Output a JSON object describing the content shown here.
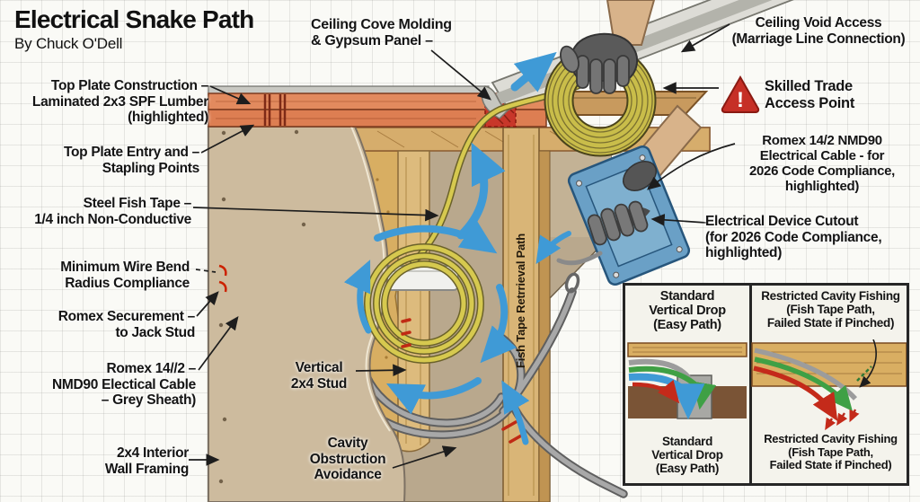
{
  "title": {
    "heading": "Electrical Snake Path",
    "byline": "By Chuck O'Dell"
  },
  "callouts": {
    "ceiling_cove": "Ceiling Cove Molding\n& Gypsum Panel –",
    "top_plate": "Top Plate Construction –\nLaminated 2x3 SPF Lumber\n(highlighted)",
    "top_plate_entry": "Top Plate Entry and –\nStapling Points",
    "steel_fish_tape": "Steel Fish Tape –\n1/4 inch Non-Conductive",
    "wire_bend": "Minimum Wire Bend\nRadius Compliance",
    "romex_securement": "Romex Securement –\nto Jack Stud",
    "romex_grey": "Romex 14//2 –\nNMD90 Electical Cable\n– Grey Sheath)",
    "wall_framing": "2x4 Interior\nWall Framing",
    "ceiling_void": "Ceiling Void Access\n(Marriage Line Connection)",
    "skilled_trade": "Skilled Trade\nAccess Point",
    "romex_2026": "Romex 14/2 NMD90\nElectrical Cable - for\n2026 Code Compliance,\nhighlighted)",
    "device_cutout": "Electrical Device Cutout\n(for 2026 Code Compliance,\nhighlighted)",
    "vertical_stud": "Vertical\n2x4 Stud",
    "cavity_obstruction": "Cavity\nObstruction\nAvoidance",
    "fish_tape_path": "Fish Tape Retrrieval Path"
  },
  "inset": {
    "left": {
      "header": "Standard\nVertical Drop\n(Easy Path)",
      "footer": "Standard\nVertical Drop\n(Easy Path)"
    },
    "right": {
      "header": "Restricted Cavity Fishing\n(Fish Tape Path,\nFailed State if Pinched)",
      "footer": "Restricted Cavity Fishing\n(Fish Tape Path,\nFailed State if Pinched)"
    }
  },
  "misc": {
    "warning_mark": "!"
  },
  "colors": {
    "highlight_red": "#c8372a",
    "arrow_blue": "#49a2d8",
    "fish_tape_yellow": "#cdc14f",
    "lumber_salmon": "#e2855a",
    "stud_wood": "#d9b275",
    "drywall_tan": "#cdbb9e",
    "cavity_tan": "#b9a88d",
    "romex_grey": "#a0a0a0",
    "device_box_blue": "#6aa0c6"
  }
}
